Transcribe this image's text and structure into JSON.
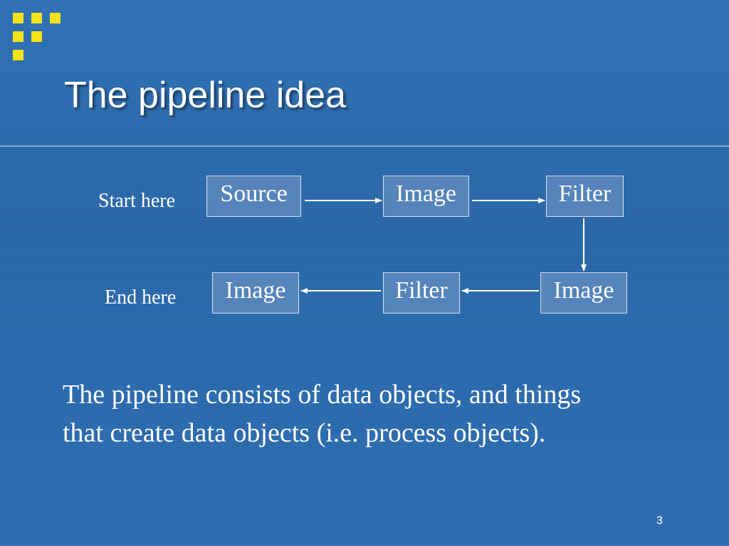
{
  "slide": {
    "title": "The pipeline idea",
    "page_number": "3",
    "caption_line1": "The pipeline consists of data objects, and things",
    "caption_line2": "that create data objects (i.e. process objects)."
  },
  "diagram": {
    "row1_label": "Start here",
    "row2_label": "End here",
    "row1_nodes": [
      "Source",
      "Image",
      "Filter"
    ],
    "row2_nodes": [
      "Image",
      "Filter",
      "Image"
    ],
    "edges": [
      {
        "from": "Source",
        "to": "Image"
      },
      {
        "from": "Image",
        "to": "Filter"
      },
      {
        "from": "Filter",
        "to": "Image"
      },
      {
        "from": "Image",
        "to": "Filter"
      },
      {
        "from": "Filter",
        "to": "Image"
      }
    ]
  },
  "colors": {
    "background": "#2b6aad",
    "logo": "#f4e21a",
    "text": "#ffffff"
  }
}
